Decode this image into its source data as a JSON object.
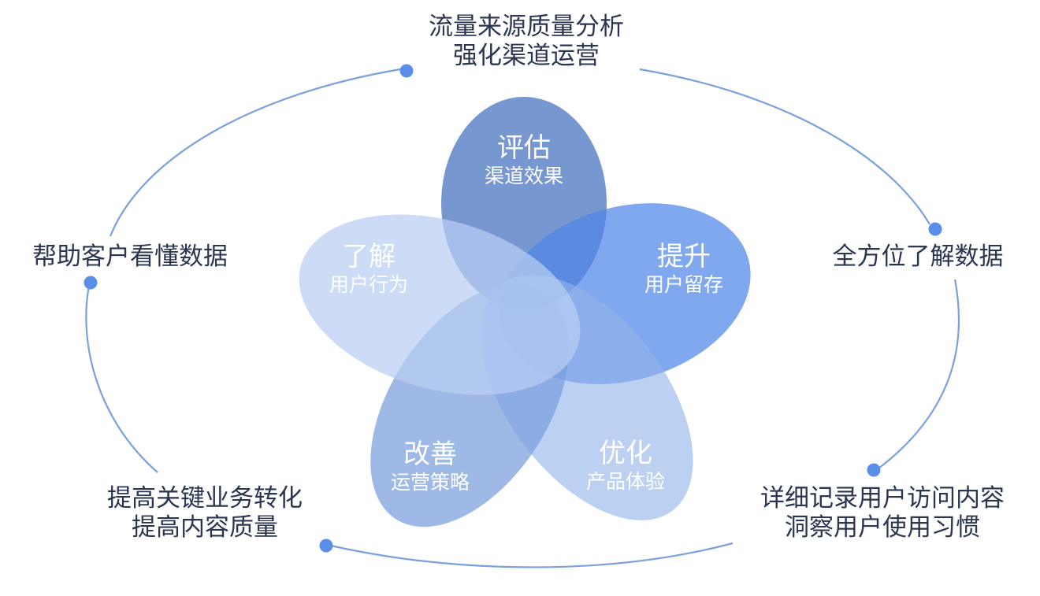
{
  "colors": {
    "line": "#7ba1dc",
    "dot": "#5b8ee6",
    "text_dark": "#2a3550",
    "petal_text": "#ffffff"
  },
  "petals": [
    {
      "id": "top",
      "title": "评估",
      "subtitle": "渠道效果",
      "color": "#5f85c9",
      "opacity": 0.85
    },
    {
      "id": "right",
      "title": "提升",
      "subtitle": "用户留存",
      "color": "#4f86e8",
      "opacity": 0.72
    },
    {
      "id": "bottom-right",
      "title": "优化",
      "subtitle": "产品体验",
      "color": "#93b3ea",
      "opacity": 0.62
    },
    {
      "id": "bottom-left",
      "title": "改善",
      "subtitle": "运营策略",
      "color": "#7a9ede",
      "opacity": 0.72
    },
    {
      "id": "left",
      "title": "了解",
      "subtitle": "用户行为",
      "color": "#b9cdf3",
      "opacity": 0.72
    }
  ],
  "outer_labels": {
    "top": [
      "流量来源质量分析",
      "强化渠道运营"
    ],
    "right": [
      "全方位了解数据"
    ],
    "bottom_right": [
      "详细记录用户访问内容",
      "洞察用户使用习惯"
    ],
    "bottom_left": [
      "提高关键业务转化",
      "提高内容质量"
    ],
    "left": [
      "帮助客户看懂数据"
    ]
  }
}
